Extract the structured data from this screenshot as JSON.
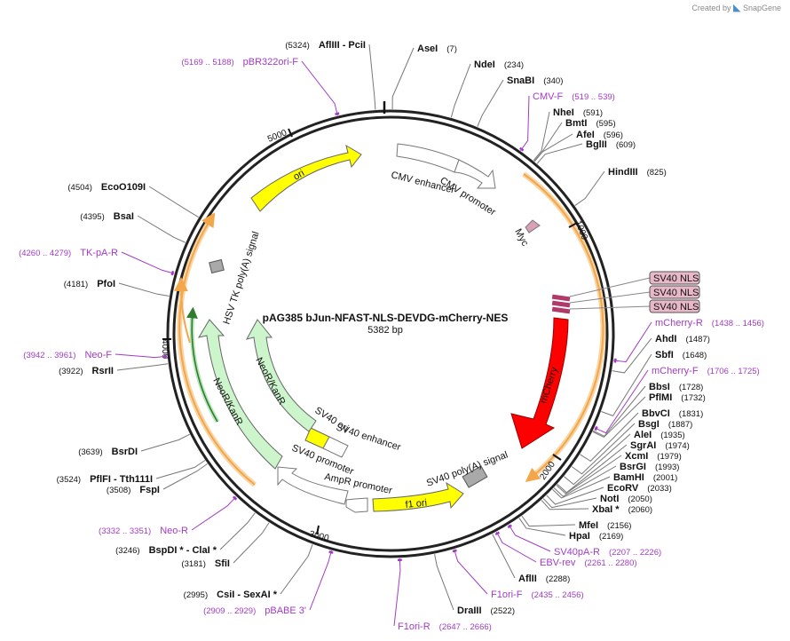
{
  "brand": {
    "created_by": "Created by",
    "name": "SnapGene"
  },
  "plasmid": {
    "name": "pAG385 bJun-NFAST-NLS-DEVDG-mCherry-NES",
    "size_label": "5382 bp",
    "length": 5382
  },
  "ticks": [
    "1000",
    "2000",
    "3000",
    "4000",
    "5000"
  ],
  "sites": [
    {
      "name": "AflIII  -  PciI",
      "pos": "(5324)",
      "bp": 5324,
      "side": "left"
    },
    {
      "name": "AseI",
      "pos": "(7)",
      "bp": 7,
      "side": "right"
    },
    {
      "name": "NdeI",
      "pos": "(234)",
      "bp": 234,
      "side": "right"
    },
    {
      "name": "SnaBI",
      "pos": "(340)",
      "bp": 340,
      "side": "right"
    },
    {
      "name": "NheI",
      "pos": "(591)",
      "bp": 591,
      "side": "right"
    },
    {
      "name": "BmtI",
      "pos": "(595)",
      "bp": 595,
      "side": "right"
    },
    {
      "name": "AfeI",
      "pos": "(596)",
      "bp": 596,
      "side": "right"
    },
    {
      "name": "BglII",
      "pos": "(609)",
      "bp": 609,
      "side": "right"
    },
    {
      "name": "HindIII",
      "pos": "(825)",
      "bp": 825,
      "side": "right"
    },
    {
      "name": "AhdI",
      "pos": "(1487)",
      "bp": 1487,
      "side": "right"
    },
    {
      "name": "SbfI",
      "pos": "(1648)",
      "bp": 1648,
      "side": "right"
    },
    {
      "name": "BbsI",
      "pos": "(1728)",
      "bp": 1728,
      "side": "right"
    },
    {
      "name": "PflMI",
      "pos": "(1732)",
      "bp": 1732,
      "side": "right"
    },
    {
      "name": "BbvCI",
      "pos": "(1831)",
      "bp": 1831,
      "side": "right"
    },
    {
      "name": "BsgI",
      "pos": "(1887)",
      "bp": 1887,
      "side": "right"
    },
    {
      "name": "AleI",
      "pos": "(1935)",
      "bp": 1935,
      "side": "right"
    },
    {
      "name": "SgrAI",
      "pos": "(1974)",
      "bp": 1974,
      "side": "right"
    },
    {
      "name": "XcmI",
      "pos": "(1979)",
      "bp": 1979,
      "side": "right"
    },
    {
      "name": "BsrGI",
      "pos": "(1993)",
      "bp": 1993,
      "side": "right"
    },
    {
      "name": "BamHI",
      "pos": "(2001)",
      "bp": 2001,
      "side": "right"
    },
    {
      "name": "EcoRV",
      "pos": "(2033)",
      "bp": 2033,
      "side": "right"
    },
    {
      "name": "NotI",
      "pos": "(2050)",
      "bp": 2050,
      "side": "right"
    },
    {
      "name": "XbaI *",
      "pos": "(2060)",
      "bp": 2060,
      "side": "right"
    },
    {
      "name": "MfeI",
      "pos": "(2156)",
      "bp": 2156,
      "side": "right"
    },
    {
      "name": "HpaI",
      "pos": "(2169)",
      "bp": 2169,
      "side": "right"
    },
    {
      "name": "AflII",
      "pos": "(2288)",
      "bp": 2288,
      "side": "right"
    },
    {
      "name": "DraIII",
      "pos": "(2522)",
      "bp": 2522,
      "side": "right"
    },
    {
      "name": "CsiI  -  SexAI *",
      "pos": "(2995)",
      "bp": 2995,
      "side": "left"
    },
    {
      "name": "SfiI",
      "pos": "(3181)",
      "bp": 3181,
      "side": "left"
    },
    {
      "name": "BspDI *  -  ClaI *",
      "pos": "(3246)",
      "bp": 3246,
      "side": "left"
    },
    {
      "name": "FspI",
      "pos": "(3508)",
      "bp": 3508,
      "side": "left"
    },
    {
      "name": "PflFI  -  Tth111I",
      "pos": "(3524)",
      "bp": 3524,
      "side": "left"
    },
    {
      "name": "BsrDI",
      "pos": "(3639)",
      "bp": 3639,
      "side": "left"
    },
    {
      "name": "RsrII",
      "pos": "(3922)",
      "bp": 3922,
      "side": "left"
    },
    {
      "name": "PfoI",
      "pos": "(4181)",
      "bp": 4181,
      "side": "left"
    },
    {
      "name": "BsaI",
      "pos": "(4395)",
      "bp": 4395,
      "side": "left"
    },
    {
      "name": "EcoO109I",
      "pos": "(4504)",
      "bp": 4504,
      "side": "left"
    }
  ],
  "primers": [
    {
      "name": "pBR322ori-F",
      "pos": "(5169 .. 5188)",
      "bp": 5178,
      "side": "left"
    },
    {
      "name": "CMV-F",
      "pos": "(519 .. 539)",
      "bp": 529,
      "side": "right"
    },
    {
      "name": "mCherry-R",
      "pos": "(1438 .. 1456)",
      "bp": 1447,
      "side": "right"
    },
    {
      "name": "mCherry-F",
      "pos": "(1706 .. 1725)",
      "bp": 1715,
      "side": "right"
    },
    {
      "name": "SV40pA-R",
      "pos": "(2207 .. 2226)",
      "bp": 2216,
      "side": "right"
    },
    {
      "name": "EBV-rev",
      "pos": "(2261 .. 2280)",
      "bp": 2270,
      "side": "right"
    },
    {
      "name": "F1ori-F",
      "pos": "(2435 .. 2456)",
      "bp": 2445,
      "side": "right"
    },
    {
      "name": "F1ori-R",
      "pos": "(2647 .. 2666)",
      "bp": 2656,
      "side": "right"
    },
    {
      "name": "pBABE 3'",
      "pos": "(2909 .. 2929)",
      "bp": 2919,
      "side": "left"
    },
    {
      "name": "Neo-R",
      "pos": "(3332 .. 3351)",
      "bp": 3341,
      "side": "left"
    },
    {
      "name": "Neo-F",
      "pos": "(3942 .. 3961)",
      "bp": 3951,
      "side": "left"
    },
    {
      "name": "TK-pA-R",
      "pos": "(4260 .. 4279)",
      "bp": 4269,
      "side": "left"
    }
  ],
  "features": [
    {
      "name": "ori",
      "color": "#ffff00"
    },
    {
      "name": "CMV enhancer",
      "color": "#ffffff"
    },
    {
      "name": "CMV promoter",
      "color": "#ffffff"
    },
    {
      "name": "Myc",
      "color": "#d9a0b8"
    },
    {
      "name": "SV40 NLS",
      "color": "#e8b8c8"
    },
    {
      "name": "SV40 NLS",
      "color": "#e8b8c8"
    },
    {
      "name": "SV40 NLS",
      "color": "#e8b8c8"
    },
    {
      "name": "mCherry",
      "color": "#ff0000"
    },
    {
      "name": "SV40 poly(A) signal",
      "color": "#a9a9a9"
    },
    {
      "name": "f1 ori",
      "color": "#ffff00"
    },
    {
      "name": "AmpR promoter",
      "color": "#ffffff"
    },
    {
      "name": "SV40 promoter",
      "color": "#ffffff"
    },
    {
      "name": "SV40 ori",
      "color": "#ffff00"
    },
    {
      "name": "SV40 enhancer",
      "color": "#ffffff"
    },
    {
      "name": "NeoR/KanR",
      "color": "#ccf5cc"
    },
    {
      "name": "NeoR/KanR",
      "color": "#ccf5cc"
    },
    {
      "name": "HSV TK poly(A) signal",
      "color": "#a9a9a9"
    }
  ],
  "colors": {
    "primer": "#a23ac6",
    "orf": "#f3a64a",
    "backbone": "#222222"
  }
}
